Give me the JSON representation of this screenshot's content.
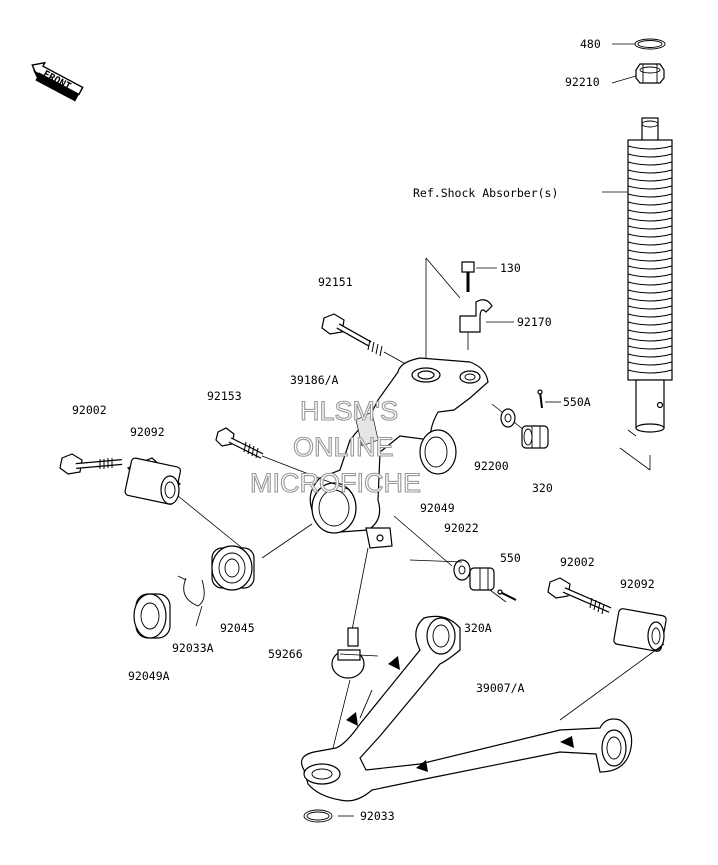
{
  "diagram": {
    "front_label": "FRONT",
    "watermark": [
      "HLSM'S",
      "ONLINE",
      "MICROFICHE"
    ],
    "ref_label": "Ref.Shock Absorber(s)",
    "parts": {
      "p480": "480",
      "p92210": "92210",
      "p130": "130",
      "p92151": "92151",
      "p92170": "92170",
      "p39186A": "39186/A",
      "p550A": "550A",
      "p92153": "92153",
      "p92002_left": "92002",
      "p92092_left": "92092",
      "p92200": "92200",
      "p320": "320",
      "p92049": "92049",
      "p92022": "92022",
      "p550": "550",
      "p92002_right": "92002",
      "p92092_right": "92092",
      "p320A": "320A",
      "p92045": "92045",
      "p92033A": "92033A",
      "p92049A": "92049A",
      "p59266": "59266",
      "p39007A": "39007/A",
      "p92033": "92033"
    }
  }
}
